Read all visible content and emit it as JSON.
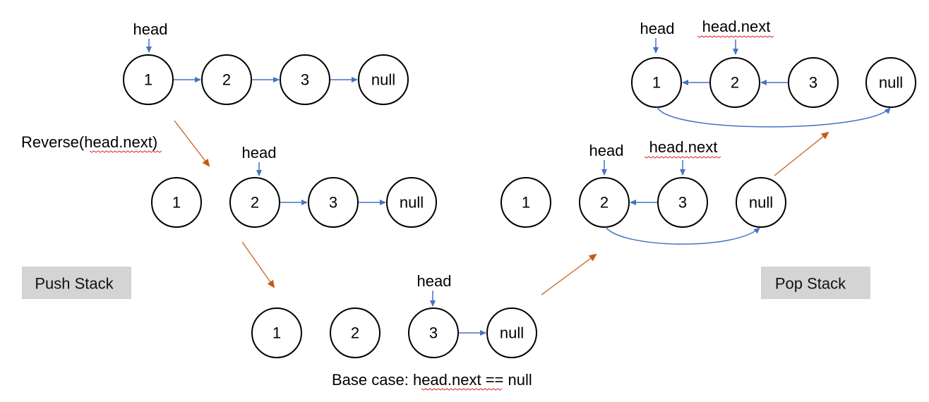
{
  "colors": {
    "link_arrow": "#4472c4",
    "flow_arrow": "#c55a11",
    "node_border": "#000000",
    "box_fill": "#d4d4d4",
    "squiggle_underline": "#e02020"
  },
  "labels": {
    "head": "head",
    "head_next": "head.next",
    "reverse_call": "Reverse(",
    "reverse_arg": "head.next",
    "reverse_close": ")",
    "base_case_prefix": "Base case: ",
    "base_case_expr": "head.next",
    "base_case_suffix": " == null",
    "push_stack": "Push Stack",
    "pop_stack": "Pop Stack"
  },
  "nodes": {
    "one": "1",
    "two": "2",
    "three": "3",
    "null": "null"
  }
}
